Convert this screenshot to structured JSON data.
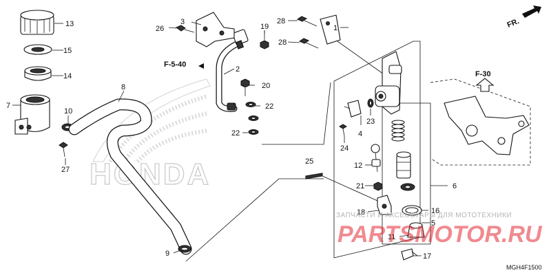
{
  "diagram": {
    "part_numbers": [
      "1",
      "2",
      "3",
      "4",
      "5",
      "6",
      "7",
      "8",
      "9",
      "10",
      "11",
      "12",
      "13",
      "14",
      "15",
      "16",
      "17",
      "18",
      "19",
      "20",
      "21",
      "22",
      "22",
      "23",
      "24",
      "25",
      "26",
      "27",
      "28",
      "28"
    ],
    "refs": {
      "f540": "F-5-40",
      "f30": "F-30"
    },
    "direction": "FR.",
    "watermark": {
      "brand_outline": "HONDA",
      "caption": "ЗАПЧАСТИ И АКСЕССУАРЫ ДЛЯ МОТОТЕХНИКИ",
      "site": "PARTSMOTOR.RU"
    },
    "drawing_code": "MGH4F1500"
  }
}
